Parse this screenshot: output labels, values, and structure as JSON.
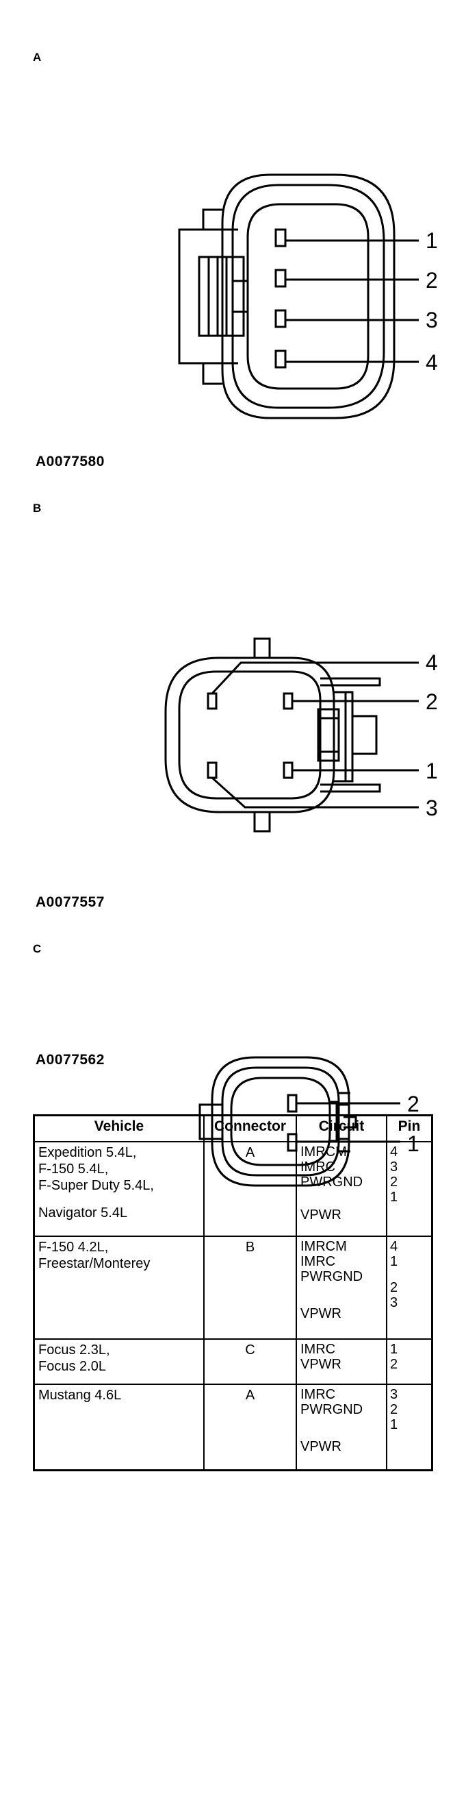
{
  "sections": [
    {
      "letter": "A",
      "caption": "A0077580",
      "pins": [
        "1",
        "2",
        "3",
        "4"
      ]
    },
    {
      "letter": "B",
      "caption": "A0077557",
      "pins": [
        "4",
        "2",
        "1",
        "3"
      ]
    },
    {
      "letter": "C",
      "caption": "A0077562",
      "pins": [
        "2",
        "1"
      ]
    }
  ],
  "table": {
    "headers": [
      "Vehicle",
      "Connector",
      "Circuit",
      "Pin"
    ],
    "rows": [
      {
        "vehicle": [
          "Expedition 5.4L,",
          "F-150 5.4L,",
          "F-Super Duty 5.4L,",
          "Navigator 5.4L"
        ],
        "connector": "A",
        "circuit": [
          "IMRCM",
          "IMRC",
          "PWRGND",
          "VPWR"
        ],
        "pin": [
          "4",
          "3",
          "2",
          "1"
        ]
      },
      {
        "vehicle": [
          "F-150 4.2L,",
          "Freestar/Monterey"
        ],
        "connector": "B",
        "circuit": [
          "IMRCM",
          "IMRC",
          "PWRGND",
          "VPWR"
        ],
        "pin": [
          "4",
          "1",
          "2",
          "3"
        ]
      },
      {
        "vehicle": [
          "Focus 2.3L,",
          "Focus 2.0L"
        ],
        "connector": "C",
        "circuit": [
          "IMRC",
          "VPWR"
        ],
        "pin": [
          "1",
          "2"
        ]
      },
      {
        "vehicle": [
          "Mustang 4.6L"
        ],
        "connector": "A",
        "circuit": [
          "IMRC",
          "PWRGND",
          "VPWR"
        ],
        "pin": [
          "3",
          "2",
          "1"
        ]
      }
    ]
  }
}
